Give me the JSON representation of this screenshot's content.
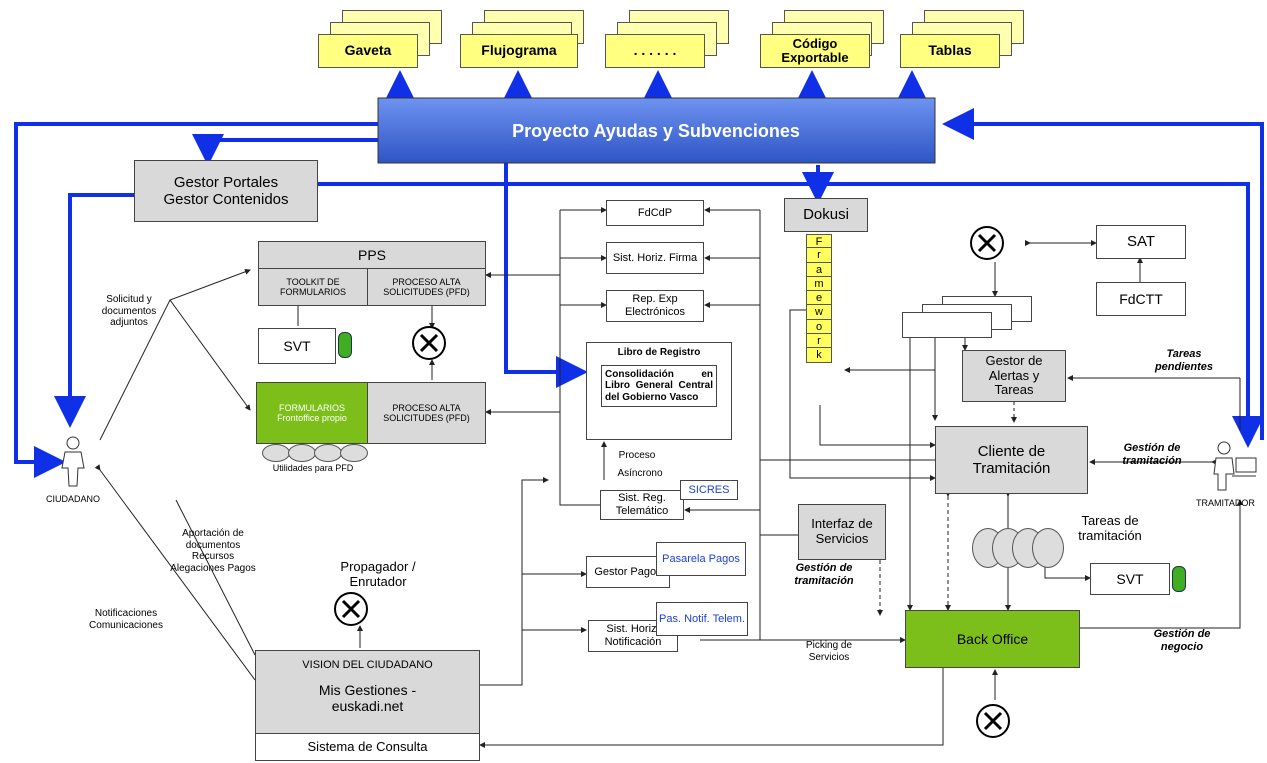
{
  "top_docs": {
    "gaveta": "Gaveta",
    "flujograma": "Flujograma",
    "dots": ". . . . . .",
    "codigo": "Código Exportable",
    "tablas": "Tablas"
  },
  "project_bar": "Proyecto Ayudas y Subvenciones",
  "gestor_portales": "Gestor Portales Gestor Contenidos",
  "pps": {
    "title": "PPS",
    "toolkit": "TOOLKIT DE FORMULARIOS",
    "proceso_alta_1": "PROCESO ALTA SOLICITUDES (PFD)",
    "formularios": "FORMULARIOS Frontoffice propio",
    "proceso_alta_2": "PROCESO ALTA SOLICITUDES (PFD)",
    "utilidades": "Utilidades para PFD"
  },
  "svt_left": "SVT",
  "svt_right": "SVT",
  "ciudadano": "CIUDADANO",
  "tramitador": "TRAMITADOR",
  "labels": {
    "solicitud": "Solicitud y documentos adjuntos",
    "aportacion": "Aportación de documentos Recursos Alegaciones Pagos",
    "notificaciones": "Notificaciones Comunicaciones",
    "propagador": "Propagador / Enrutador",
    "proceso_asincrono_1": "Proceso",
    "proceso_asincrono_2": "Asíncrono",
    "gestion_tramitacion_mid": "Gestión de tramitación",
    "picking": "Picking de Servicios",
    "tareas_pendientes": "Tareas pendientes",
    "gestion_tramitacion_right": "Gestión de tramitación",
    "gestion_negocio": "Gestión de negocio",
    "tareas_tramitacion": "Tareas de tramitación"
  },
  "center": {
    "fdcdp": "FdCdP",
    "sist_firma": "Sist. Horiz. Firma",
    "rep_exp": "Rep. Exp Electrónicos",
    "libro_title": "Libro de Registro",
    "libro_body": "Consolidación en Libro General Central del Gobierno Vasco",
    "sist_reg": "Sist. Reg. Telemático",
    "sicres": "SICRES",
    "gestor_pagos": "Gestor Pagos",
    "pasarela": "Pasarela Pagos",
    "sist_notif": "Sist. Horiz. Notificación",
    "pas_notif": "Pas. Notif. Telem."
  },
  "dokusi": "Dokusi",
  "framework_letters": [
    "F",
    "r",
    "a",
    "m",
    "e",
    "w",
    "o",
    "r",
    "k"
  ],
  "interfaz": "Interfaz de Servicios",
  "sat": "SAT",
  "fdctt": "FdCTT",
  "gestor_alertas": "Gestor de Alertas y Tareas",
  "cliente_tramitacion": "Cliente de Tramitación",
  "back_office": "Back Office",
  "vision": {
    "title": "VISION DEL CIUDADANO",
    "body": "Mis Gestiones - euskadi.net",
    "consulta": "Sistema de Consulta"
  },
  "colors": {
    "blue_arrow": "#1030e8",
    "green": "#7cbf1a",
    "yellow_doc": "#ffff80",
    "project_blue": "#4a73d8"
  }
}
